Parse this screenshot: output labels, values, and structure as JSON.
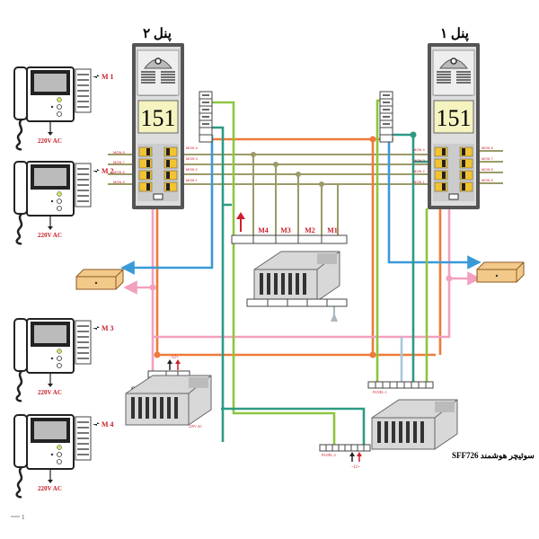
{
  "panels": [
    {
      "title": "پنل ۲",
      "display_number": "151",
      "mon_labels_left": [
        "MON 8",
        "MON 7",
        "MON 6",
        "MON 5"
      ],
      "mon_labels_right": [
        "MON 4",
        "MON 3",
        "MON 2",
        "MON 1"
      ]
    },
    {
      "title": "پنل ۱",
      "display_number": "151",
      "mon_labels_left": [
        "MON 4",
        "MON 3",
        "MON 2",
        "MON 1"
      ],
      "mon_labels_right": [
        "MON 8",
        "MON 7",
        "MON 6",
        "MON 5"
      ]
    }
  ],
  "monitors": [
    {
      "label": "M 1",
      "power": "220V AC"
    },
    {
      "label": "M 2",
      "power": "220V AC"
    },
    {
      "label": "M 3",
      "power": "220V AC"
    },
    {
      "label": "M 4",
      "power": "220V AC"
    }
  ],
  "monitor_switcher": {
    "outputs": [
      "M4",
      "M3",
      "M2",
      "M1"
    ]
  },
  "power_supply": {
    "model": "SFF730",
    "input": "220V AC",
    "output": "-12+"
  },
  "smart_switcher": {
    "label": "سوئیچر هوشمند SFF726",
    "panel1_port": "PANEL-1",
    "panel2_port": "PANEL-2",
    "power": "-12+"
  },
  "footnote": "1",
  "colors": {
    "orange": "#ee7a3a",
    "pink": "#f2a0bf",
    "blue": "#3a9ad8",
    "light_green": "#8cc63f",
    "teal": "#2e9a84",
    "olive": "#9c9a68",
    "gray_arrow": "#a9b8c0",
    "red": "#d0202a"
  }
}
